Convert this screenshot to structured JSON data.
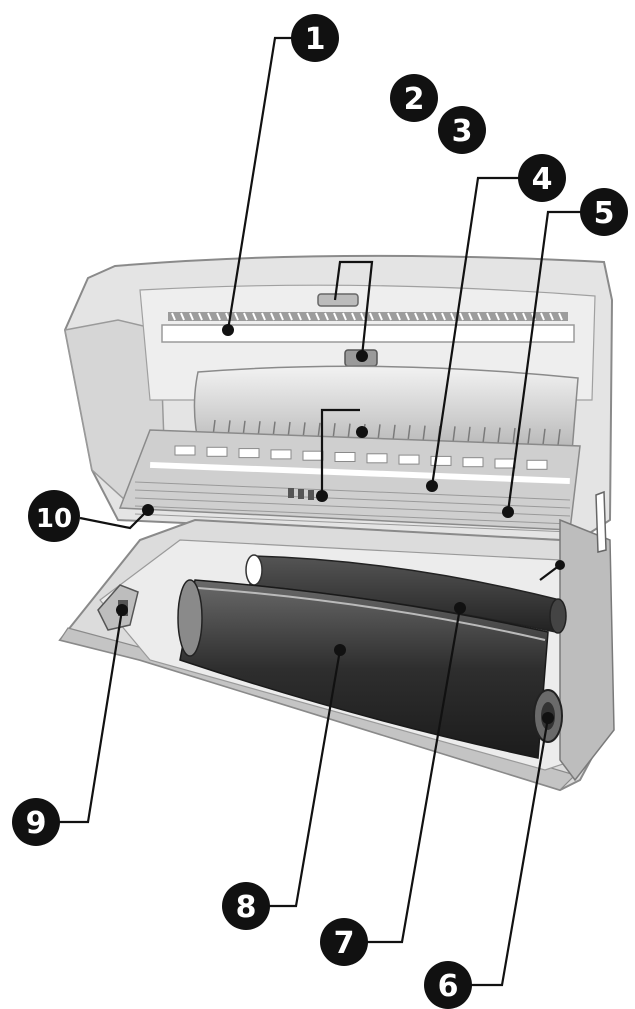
{
  "diagram": {
    "subject": "printer-open-interior",
    "callouts": [
      {
        "id": "callout-1",
        "label": "1"
      },
      {
        "id": "callout-2",
        "label": "2"
      },
      {
        "id": "callout-3",
        "label": "3"
      },
      {
        "id": "callout-4",
        "label": "4"
      },
      {
        "id": "callout-5",
        "label": "5"
      },
      {
        "id": "callout-6",
        "label": "6"
      },
      {
        "id": "callout-7",
        "label": "7"
      },
      {
        "id": "callout-8",
        "label": "8"
      },
      {
        "id": "callout-9",
        "label": "9"
      },
      {
        "id": "callout-10",
        "label": "10"
      }
    ],
    "colors": {
      "callout_fill": "#111111",
      "callout_text": "#ffffff",
      "leader_line": "#111111",
      "body_light": "#e6e6e6",
      "body_mid": "#cfcfcf",
      "body_dark": "#9a9a9a",
      "roll_dark": "#333333"
    }
  }
}
